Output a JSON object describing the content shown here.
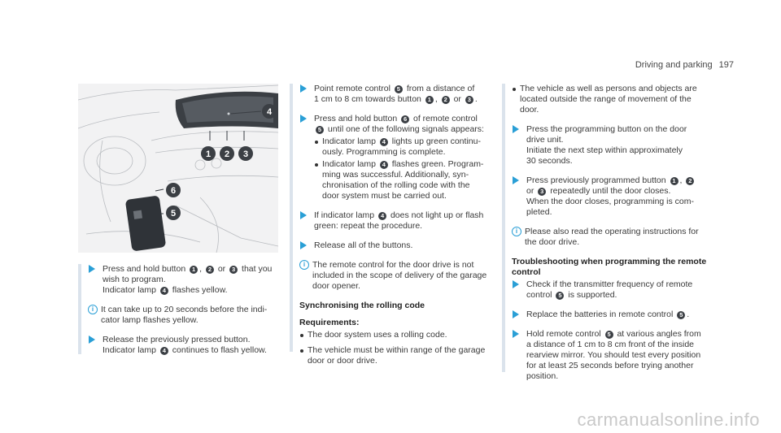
{
  "header": {
    "section": "Driving and parking",
    "page": "197"
  },
  "col1": {
    "step1": {
      "t1": "Press and hold button",
      "t2": ",",
      "t3": "or",
      "t4": "that you",
      "l2": "wish to program.",
      "l3a": "Indicator lamp",
      "l3b": "flashes yellow."
    },
    "info1": {
      "l1": "It can take up to 20 seconds before the indi-",
      "l2": "cator lamp flashes yellow."
    },
    "step2": {
      "l1": "Release the previously pressed button.",
      "l2a": "Indicator lamp",
      "l2b": "continues to flash yellow."
    }
  },
  "col2": {
    "step1": {
      "a": "Point remote control",
      "b": "from a distance of",
      "c": "1 cm to 8 cm towards button",
      "d": ",",
      "e": "or",
      "f": "."
    },
    "step2": {
      "a": "Press and hold button",
      "b": "of remote control",
      "c": "until one of the following signals appears:",
      "b1a": "Indicator lamp",
      "b1b": "lights up green continu-",
      "b1c": "ously. Programming is complete.",
      "b2a": "Indicator lamp",
      "b2b": "flashes green. Program-",
      "b2c": "ming was successful. Additionally, syn-",
      "b2d": "chronisation of the rolling code with the",
      "b2e": "door system must be carried out."
    },
    "step3": {
      "a": "If indicator lamp",
      "b": "does not light up or flash",
      "c": "green: repeat the procedure."
    },
    "step4": {
      "a": "Release all of the buttons."
    },
    "info": {
      "l1": "The remote control for the door drive is not",
      "l2": "included in the scope of delivery of the garage",
      "l3": "door opener."
    },
    "heading": "Synchronising the rolling code",
    "req": "Requirements:",
    "r1": "The door system uses a rolling code.",
    "r2a": "The vehicle must be within range of the garage",
    "r2b": "door or door drive."
  },
  "col3": {
    "b1a": "The vehicle as well as persons and objects are",
    "b1b": "located outside the range of movement of the",
    "b1c": "door.",
    "s1": {
      "a": "Press the programming button on the door",
      "b": "drive unit.",
      "c": "Initiate the next step within approximately",
      "d": "30 seconds."
    },
    "s2": {
      "a": "Press previously programmed button",
      "b": ",",
      "c": "or",
      "d": "repeatedly until the door closes.",
      "e": "When the door closes, programming is com-",
      "f": "pleted."
    },
    "info": {
      "l1": "Please also read the operating instructions for",
      "l2": "the door drive."
    },
    "heading1": "Troubleshooting when programming the remote",
    "heading2": "control",
    "s3": {
      "a": "Check if the transmitter frequency of remote",
      "b": "control",
      "c": "is supported."
    },
    "s4": {
      "a": "Replace the batteries in remote control",
      "b": "."
    },
    "s5": {
      "a": "Hold remote control",
      "b": "at various angles from",
      "c": "a distance of 1 cm to 8 cm front of the inside",
      "d": "rearview mirror. You should test every position",
      "e": "for at least 25 seconds before trying another",
      "f": "position."
    }
  },
  "illustration": {
    "callouts": [
      "1",
      "2",
      "3",
      "4",
      "5",
      "6"
    ]
  },
  "watermark": "carmanualsonline.info",
  "colors": {
    "accent": "#2a9fd6",
    "callout": "#3b3f44",
    "bar": "#dbe3ec"
  }
}
